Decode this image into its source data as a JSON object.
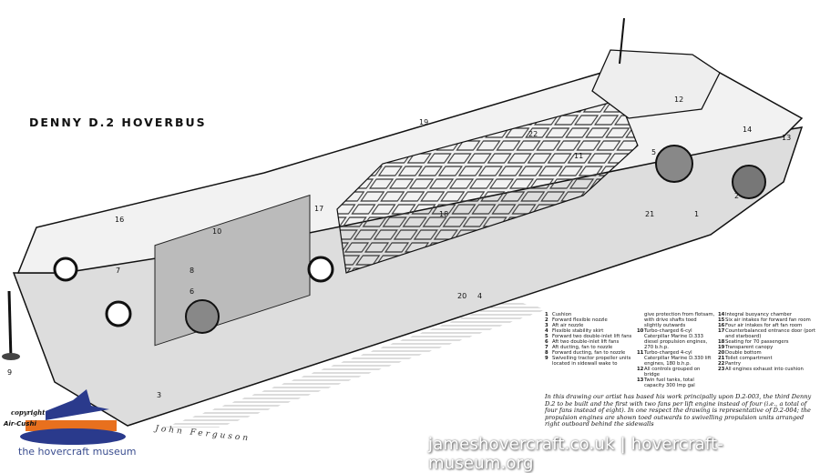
{
  "title": "DENNY D.2 HOVERBUS",
  "key": {
    "col1": [
      {
        "n": "1",
        "t": "Cushion"
      },
      {
        "n": "2",
        "t": "Forward flexible nozzle"
      },
      {
        "n": "3",
        "t": "Aft air nozzle"
      },
      {
        "n": "4",
        "t": "Flexible stability skirt"
      },
      {
        "n": "5",
        "t": "Forward two double-inlet lift fans"
      },
      {
        "n": "6",
        "t": "Aft two double-inlet lift fans"
      },
      {
        "n": "7",
        "t": "Aft ducting, fan to nozzle"
      },
      {
        "n": "8",
        "t": "Forward ducting, fan to nozzle"
      },
      {
        "n": "9",
        "t": "Swivelling tractor propeller units located in sidewall wake to"
      }
    ],
    "col2": [
      {
        "n": "",
        "t": "give protection from flotsam, with drive shafts toed slightly outwards"
      },
      {
        "n": "10",
        "t": "Turbo-charged 6-cyl Caterpillar Marine D.333 diesel propulsion engines, 270 b.h.p."
      },
      {
        "n": "11",
        "t": "Turbo-charged 4-cyl Caterpillar Marine D.330 lift engines, 180 b.h.p."
      },
      {
        "n": "12",
        "t": "All controls grouped on bridge"
      },
      {
        "n": "13",
        "t": "Twin fuel tanks, total capacity 300 Imp gal"
      }
    ],
    "col3": [
      {
        "n": "14",
        "t": "Integral buoyancy chamber"
      },
      {
        "n": "15",
        "t": "Six air intakes for forward fan room"
      },
      {
        "n": "16",
        "t": "Four air intakes for aft fan room"
      },
      {
        "n": "17",
        "t": "Counterbalanced entrance door (port and starboard)"
      },
      {
        "n": "18",
        "t": "Seating for 70 passengers"
      },
      {
        "n": "19",
        "t": "Transparent canopy"
      },
      {
        "n": "20",
        "t": "Double bottom"
      },
      {
        "n": "21",
        "t": "Toilet compartment"
      },
      {
        "n": "22",
        "t": "Pantry"
      },
      {
        "n": "23",
        "t": "All engines exhaust into cushion"
      }
    ]
  },
  "caption": "In this drawing our artist has based his work principally upon D.2-003, the third Denny D.2 to be built and the first with two fans per lift engine instead of four (i.e., a total of four fans instead of eight). In one respect the drawing is representative of D.2-004; the propulsion engines are shown toed outwards to swivelling propulsion units arranged right outboard behind the sidewalls",
  "watermark": "jameshovercraft.co.uk | hovercraft-museum.org",
  "logo": {
    "copyright": "copyright",
    "air": "Air-Cushi",
    "museum": "the hovercraft museum"
  },
  "signature": "John Ferguson",
  "callouts": {
    "c19": "19",
    "c22": "22",
    "c12": "12",
    "c14": "14",
    "c13": "13",
    "c16": "16",
    "c17": "17",
    "c18": "18",
    "c11": "11",
    "c5": "5",
    "c10": "10",
    "c7": "7",
    "c8": "8",
    "c6": "6",
    "c9": "9",
    "c20": "20",
    "c4": "4",
    "c3": "3",
    "c2": "2",
    "c21": "21",
    "c1": "1"
  },
  "colors": {
    "logo_orange": "#e8701e",
    "logo_blue": "#2a3a8c"
  }
}
